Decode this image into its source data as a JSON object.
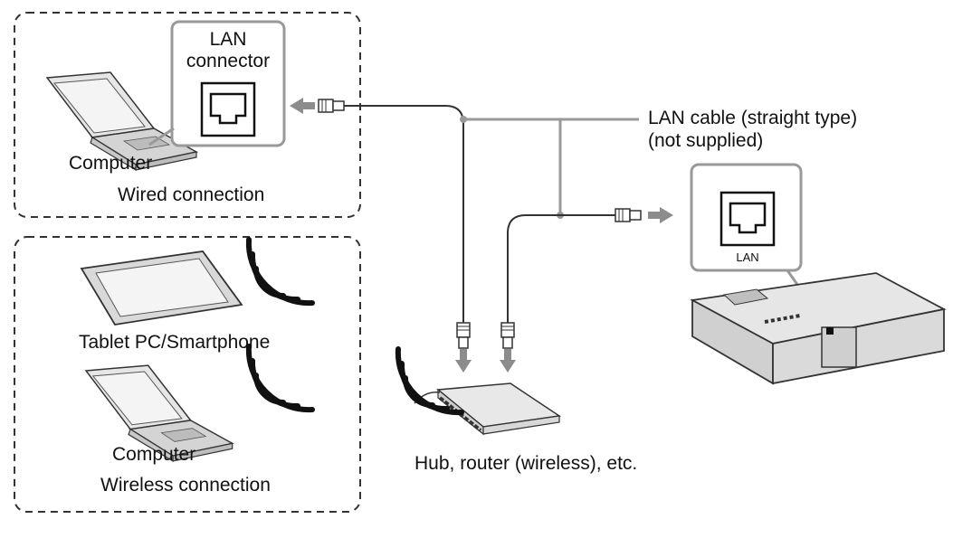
{
  "wired": {
    "group_label": "Wired connection",
    "computer_label": "Computer",
    "connector_label_line1": "LAN",
    "connector_label_line2": "connector"
  },
  "wireless": {
    "group_label": "Wireless connection",
    "tablet_label": "Tablet PC/Smartphone",
    "computer_label": "Computer"
  },
  "cable": {
    "label_line1": "LAN cable (straight type)",
    "label_line2": "(not supplied)"
  },
  "hub": {
    "label": "Hub, router (wireless), etc."
  },
  "projector": {
    "port_label": "LAN"
  },
  "colors": {
    "line": "#333333",
    "cable": "#999999",
    "arrow": "#8c8c8c",
    "dash": "#333333"
  },
  "icons": [
    "laptop-icon",
    "tablet-icon",
    "wifi-icon",
    "lan-port-icon",
    "rj45-plug-icon",
    "hub-icon",
    "projector-icon",
    "arrow-icon"
  ]
}
